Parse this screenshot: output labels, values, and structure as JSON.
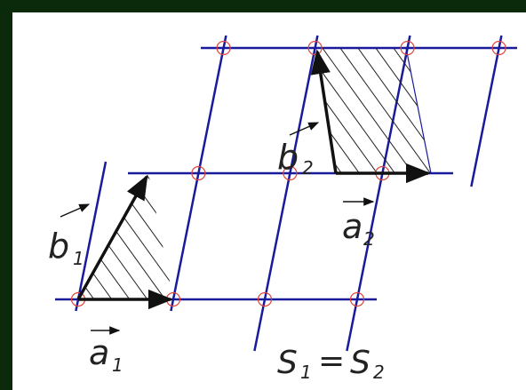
{
  "colors": {
    "background": "#0b2a0b",
    "panel": "#ffffff",
    "lattice_line": "#1a1a9c",
    "lattice_node": "#e0443a",
    "vector": "#111111",
    "hatch": "#222222"
  },
  "labels": {
    "a1": {
      "letter": "a",
      "sub": "1"
    },
    "b1": {
      "letter": "b",
      "sub": "1"
    },
    "a2": {
      "letter": "a",
      "sub": "2"
    },
    "b2": {
      "letter": "b",
      "sub": "2"
    },
    "equation": {
      "s1": "S",
      "s1_sub": "1",
      "eq": "=",
      "s2": "S",
      "s2_sub": "2"
    }
  }
}
